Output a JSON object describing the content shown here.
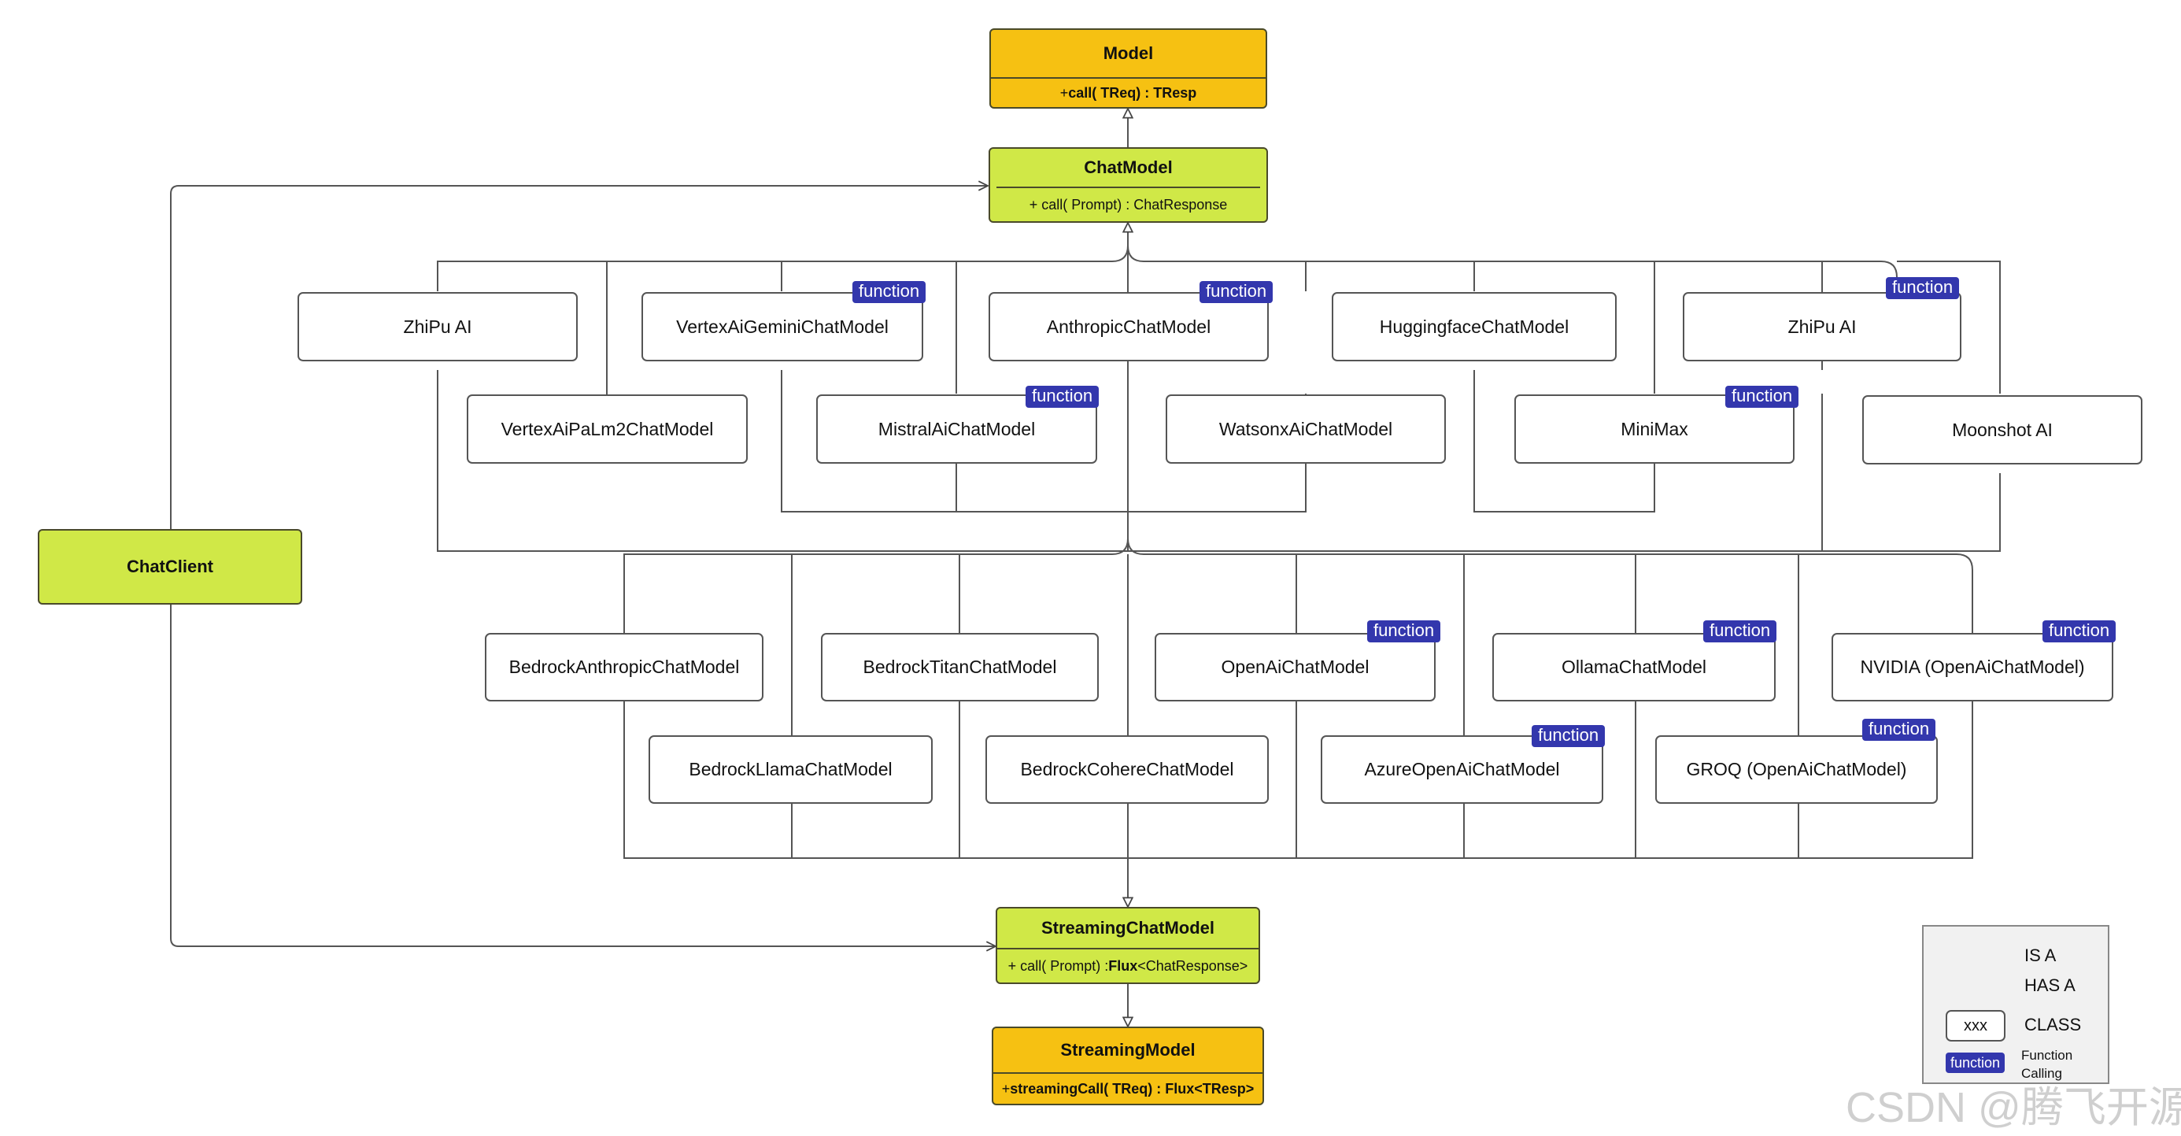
{
  "model": {
    "title": "Model",
    "method_sign": "+ ",
    "method_call": "call( TReq) : TResp"
  },
  "chat_model": {
    "title": "ChatModel",
    "method": "+ call( Prompt) : ChatResponse"
  },
  "streaming_chat_model": {
    "title": "StreamingChatModel",
    "method_pre": "+ call( Prompt) : ",
    "method_flux": "Flux",
    "method_post": "<ChatResponse>"
  },
  "streaming_model": {
    "title": "StreamingModel",
    "method_sign": "+ ",
    "method_call": "streamingCall( TReq) : Flux<TResp>"
  },
  "chat_client": {
    "title": "ChatClient"
  },
  "function_badge": "function",
  "top_group": [
    {
      "name": "ZhiPu AI",
      "function": false
    },
    {
      "name": "VertexAiGeminiChatModel",
      "function": true
    },
    {
      "name": "AnthropicChatModel",
      "function": true
    },
    {
      "name": "HuggingfaceChatModel",
      "function": false
    },
    {
      "name": "ZhiPu AI",
      "function": true
    },
    {
      "name": "VertexAiPaLm2ChatModel",
      "function": false
    },
    {
      "name": "MistralAiChatModel",
      "function": true
    },
    {
      "name": "WatsonxAiChatModel",
      "function": false
    },
    {
      "name": "MiniMax",
      "function": true
    },
    {
      "name": "Moonshot AI",
      "function": false
    }
  ],
  "bottom_group": [
    {
      "name": "BedrockAnthropicChatModel",
      "function": false
    },
    {
      "name": "BedrockTitanChatModel",
      "function": false
    },
    {
      "name": "OpenAiChatModel",
      "function": true
    },
    {
      "name": "OllamaChatModel",
      "function": true
    },
    {
      "name": "NVIDIA (OpenAiChatModel)",
      "function": true
    },
    {
      "name": "BedrockLlamaChatModel",
      "function": false
    },
    {
      "name": "BedrockCohereChatModel",
      "function": false
    },
    {
      "name": "AzureOpenAiChatModel",
      "function": true
    },
    {
      "name": "GROQ (OpenAiChatModel)",
      "function": true
    }
  ],
  "legend": {
    "is_a": "IS A",
    "has_a": "HAS A",
    "class_sample": "xxx",
    "class_label": "CLASS",
    "badge_sample": "function",
    "function_calling_1": "Function",
    "function_calling_2": "Calling"
  },
  "watermark": "CSDN @腾飞开源"
}
